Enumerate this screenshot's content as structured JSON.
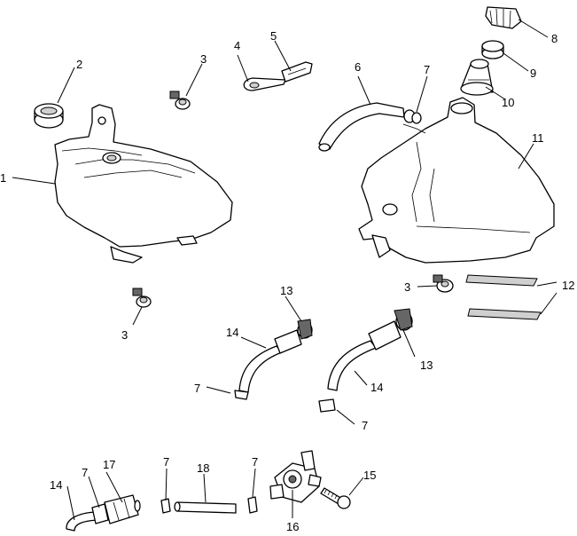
{
  "callouts": {
    "c1": "1",
    "c2": "2",
    "c3a": "3",
    "c3b": "3",
    "c3c": "3",
    "c4": "4",
    "c5": "5",
    "c6": "6",
    "c7a": "7",
    "c7b": "7",
    "c7c": "7",
    "c7d": "7",
    "c7e": "7",
    "c7f": "7",
    "c8": "8",
    "c9": "9",
    "c10": "10",
    "c11": "11",
    "c12": "12",
    "c13a": "13",
    "c13b": "13",
    "c14a": "14",
    "c14b": "14",
    "c14c": "14",
    "c15": "15",
    "c16": "16",
    "c17": "17",
    "c18": "18"
  },
  "parts": [
    "fuel-tank-left",
    "grommet",
    "bolt",
    "clip",
    "bracket",
    "vent-hose",
    "hose-clamp",
    "fuel-cap",
    "cap-gasket",
    "filler-neck",
    "fuel-tank-right",
    "decal",
    "fuel-hose-clamp",
    "fuel-hose",
    "screw",
    "petcock",
    "fuel-filter",
    "vent-tube"
  ]
}
